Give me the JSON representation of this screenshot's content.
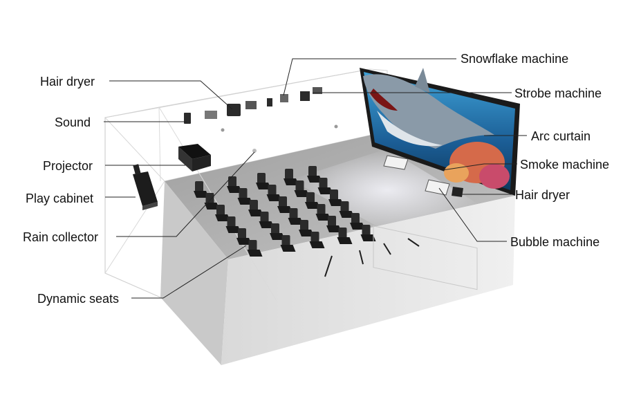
{
  "labels": {
    "hair_dryer_left": "Hair dryer",
    "sound": "Sound",
    "projector": "Projector",
    "play_cabinet": "Play cabinet",
    "rain_collector": "Rain collector",
    "dynamic_seats": "Dynamic seats",
    "snowflake_machine": "Snowflake machine",
    "strobe_machine": "Strobe machine",
    "arc_curtain": "Arc curtain",
    "smoke_machine": "Smoke machine",
    "hair_dryer_right": "Hair dryer",
    "bubble_machine": "Bubble machine"
  },
  "colors": {
    "floor": "#a9a9a9",
    "wall_front": "#e4e4e4",
    "wall_side": "#d2d2d2",
    "seat": "#2b2b2b",
    "screen_water": "#1d6fa3",
    "leader_line": "#222222"
  },
  "icons": {
    "screen": "shark-screen-image",
    "seats": "dynamic-seat-icon",
    "cabinet": "play-cabinet-icon",
    "projector": "projector-icon"
  }
}
